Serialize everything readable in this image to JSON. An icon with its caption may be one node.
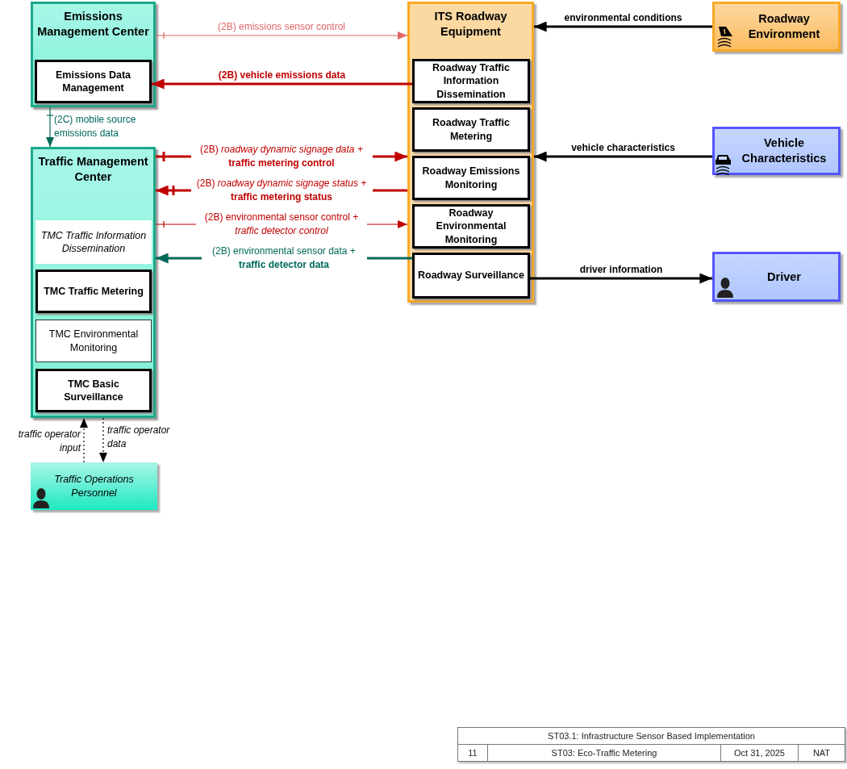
{
  "diagram": {
    "nodes": [
      {
        "text": [
          "Emissions Management Center"
        ]
      },
      {
        "text": [
          "Emissions Data Management"
        ],
        "in": 0
      },
      {
        "text": [
          "Traffic Management Center"
        ]
      },
      {
        "text": [
          "TMC Traffic Information Dissemination"
        ],
        "in": 2
      },
      {
        "text": [
          "TMC Traffic Metering"
        ],
        "in": 2
      },
      {
        "text": [
          "TMC Environmental Monitoring"
        ],
        "in": 2
      },
      {
        "text": [
          "TMC Basic Surveillance"
        ],
        "in": 2
      },
      {
        "text": [
          "Traffic Operations Personnel"
        ]
      },
      {
        "text": [
          "ITS Roadway Equipment"
        ]
      },
      {
        "text": [
          "Roadway Traffic Information Dissemination"
        ],
        "in": 8
      },
      {
        "text": [
          "Roadway Traffic Metering"
        ],
        "in": 8
      },
      {
        "text": [
          "Roadway Emissions Monitoring"
        ],
        "in": 8
      },
      {
        "text": [
          "Roadway Environmental Monitoring"
        ],
        "in": 8
      },
      {
        "text": [
          "Roadway Surveillance"
        ],
        "in": 8
      },
      {
        "text": [
          "Roadway Environment"
        ]
      },
      {
        "text": [
          "Vehicle Characteristics"
        ]
      },
      {
        "text": [
          "Driver"
        ]
      }
    ],
    "edges": [
      {
        "from": 0,
        "to": 8,
        "arrow": "to",
        "label": "(2B) emissions sensor control",
        "color": "#e06666"
      },
      {
        "from": 9,
        "to": 1,
        "arrow": "to",
        "label": "**(2B) vehicle emissions data**",
        "color": "#c00000"
      },
      {
        "from": 2,
        "to": 8,
        "arrow": "to",
        "label": "(2B) *roadway dynamic signage data +* **traffic metering control**",
        "color": "#c00000"
      },
      {
        "from": 8,
        "to": 2,
        "arrow": "to",
        "label": "(2B) *roadway dynamic signage status +* **traffic metering status**",
        "color": "#c00000"
      },
      {
        "from": 2,
        "to": 8,
        "arrow": "to",
        "label": "(2B) environmental sensor control + *traffic detector control*",
        "color": "#c00000"
      },
      {
        "from": 13,
        "to": 2,
        "arrow": "to",
        "label": "(2B) environmental sensor data + **traffic detector data**",
        "color": "#00695c"
      },
      {
        "from": 0,
        "to": 2,
        "arrow": "to",
        "label": "(2C) mobile source emissions data",
        "color": "#00695c"
      },
      {
        "from": 14,
        "to": 8,
        "arrow": "to",
        "label": "**environmental conditions**",
        "color": "#000000"
      },
      {
        "from": 15,
        "to": 8,
        "arrow": "to",
        "label": "**vehicle characteristics**",
        "color": "#000000"
      },
      {
        "from": 13,
        "to": 16,
        "arrow": "to",
        "label": "**driver information**",
        "color": "#000000"
      },
      {
        "from": 7,
        "to": 2,
        "arrow": "to",
        "label": "*traffic operator input*",
        "style": "dashed",
        "color": "#000000"
      },
      {
        "from": 2,
        "to": 7,
        "arrow": "to",
        "label": "*traffic operator data*",
        "style": "dashed",
        "color": "#000000"
      }
    ],
    "labels": [
      "ST03.1: Infrastructure Sensor Based Implementation",
      "11",
      "ST03: Eco-Traffic Metering",
      "Oct 31, 2025",
      "NAT"
    ]
  }
}
